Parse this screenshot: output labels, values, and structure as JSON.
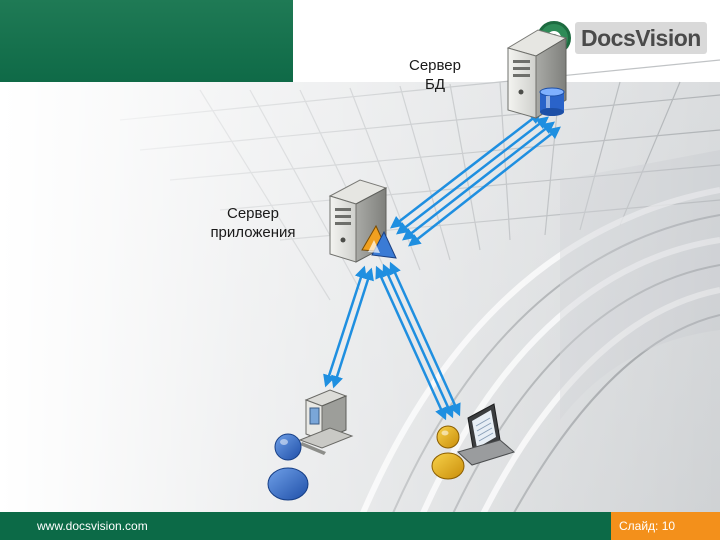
{
  "logo": {
    "brand": "DocsVision",
    "icon": "docsvision-logo-icon"
  },
  "labels": {
    "db_server": [
      "Сервер",
      "БД"
    ],
    "app_server": [
      "Сервер",
      "приложения"
    ]
  },
  "footer": {
    "url": "www.docsvision.com",
    "slide": "Слайд: 10"
  },
  "icons": {
    "db_server": "db-server-icon",
    "database": "database-cylinder-icon",
    "app_server": "app-server-icon",
    "app_emblem": "app-triangle-icon",
    "desktop": "desktop-computer-icon",
    "laptop": "laptop-icon",
    "user_blue": "user-blue-icon",
    "user_yellow": "user-yellow-icon"
  },
  "colors": {
    "green": "#0c6a47",
    "orange": "#f3901b",
    "arrow": "#1f8fe0"
  }
}
